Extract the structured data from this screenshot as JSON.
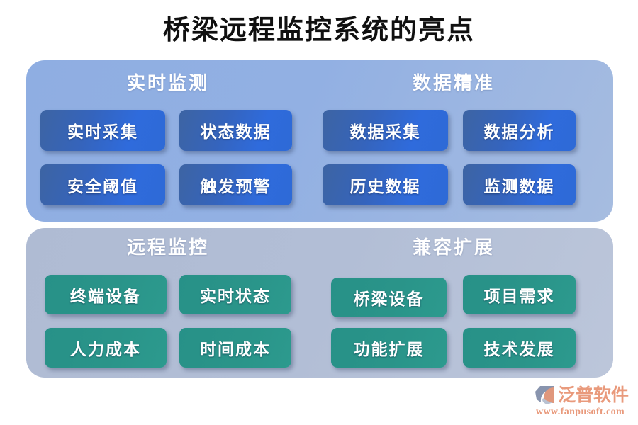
{
  "page": {
    "title": "桥梁远程监控系统的亮点",
    "background_color": "#ffffff"
  },
  "panels": [
    {
      "id": "panel-monitoring",
      "color": "#8FAEE2",
      "sections": [
        {
          "id": "section-realtime-monitoring",
          "header": "实时监测",
          "chip_color": "#2F6BDC",
          "chips": [
            "实时采集",
            "状态数据",
            "安全阈值",
            "触发预警"
          ]
        },
        {
          "id": "section-data-accuracy",
          "header": "数据精准",
          "chip_color": "#2F6BDC",
          "chips": [
            "数据采集",
            "数据分析",
            "历史数据",
            "监测数据"
          ]
        }
      ]
    },
    {
      "id": "panel-remote",
      "color": "#AFBBD3",
      "sections": [
        {
          "id": "section-remote-control",
          "header": "远程监控",
          "chip_color": "#2A9489",
          "chips": [
            "终端设备",
            "实时状态",
            "人力成本",
            "时间成本"
          ]
        },
        {
          "id": "section-compatibility",
          "header": "兼容扩展",
          "chip_color": "#2A9489",
          "chips": [
            "桥梁设备",
            "项目需求",
            "功能扩展",
            "技术发展"
          ]
        }
      ]
    }
  ],
  "logo": {
    "icon": "fanpu-swoosh-logo-icon",
    "name": "泛普软件",
    "url": "www.fanpusoft.com",
    "color": "#E99A7C",
    "mark_color": "#8894AE"
  }
}
